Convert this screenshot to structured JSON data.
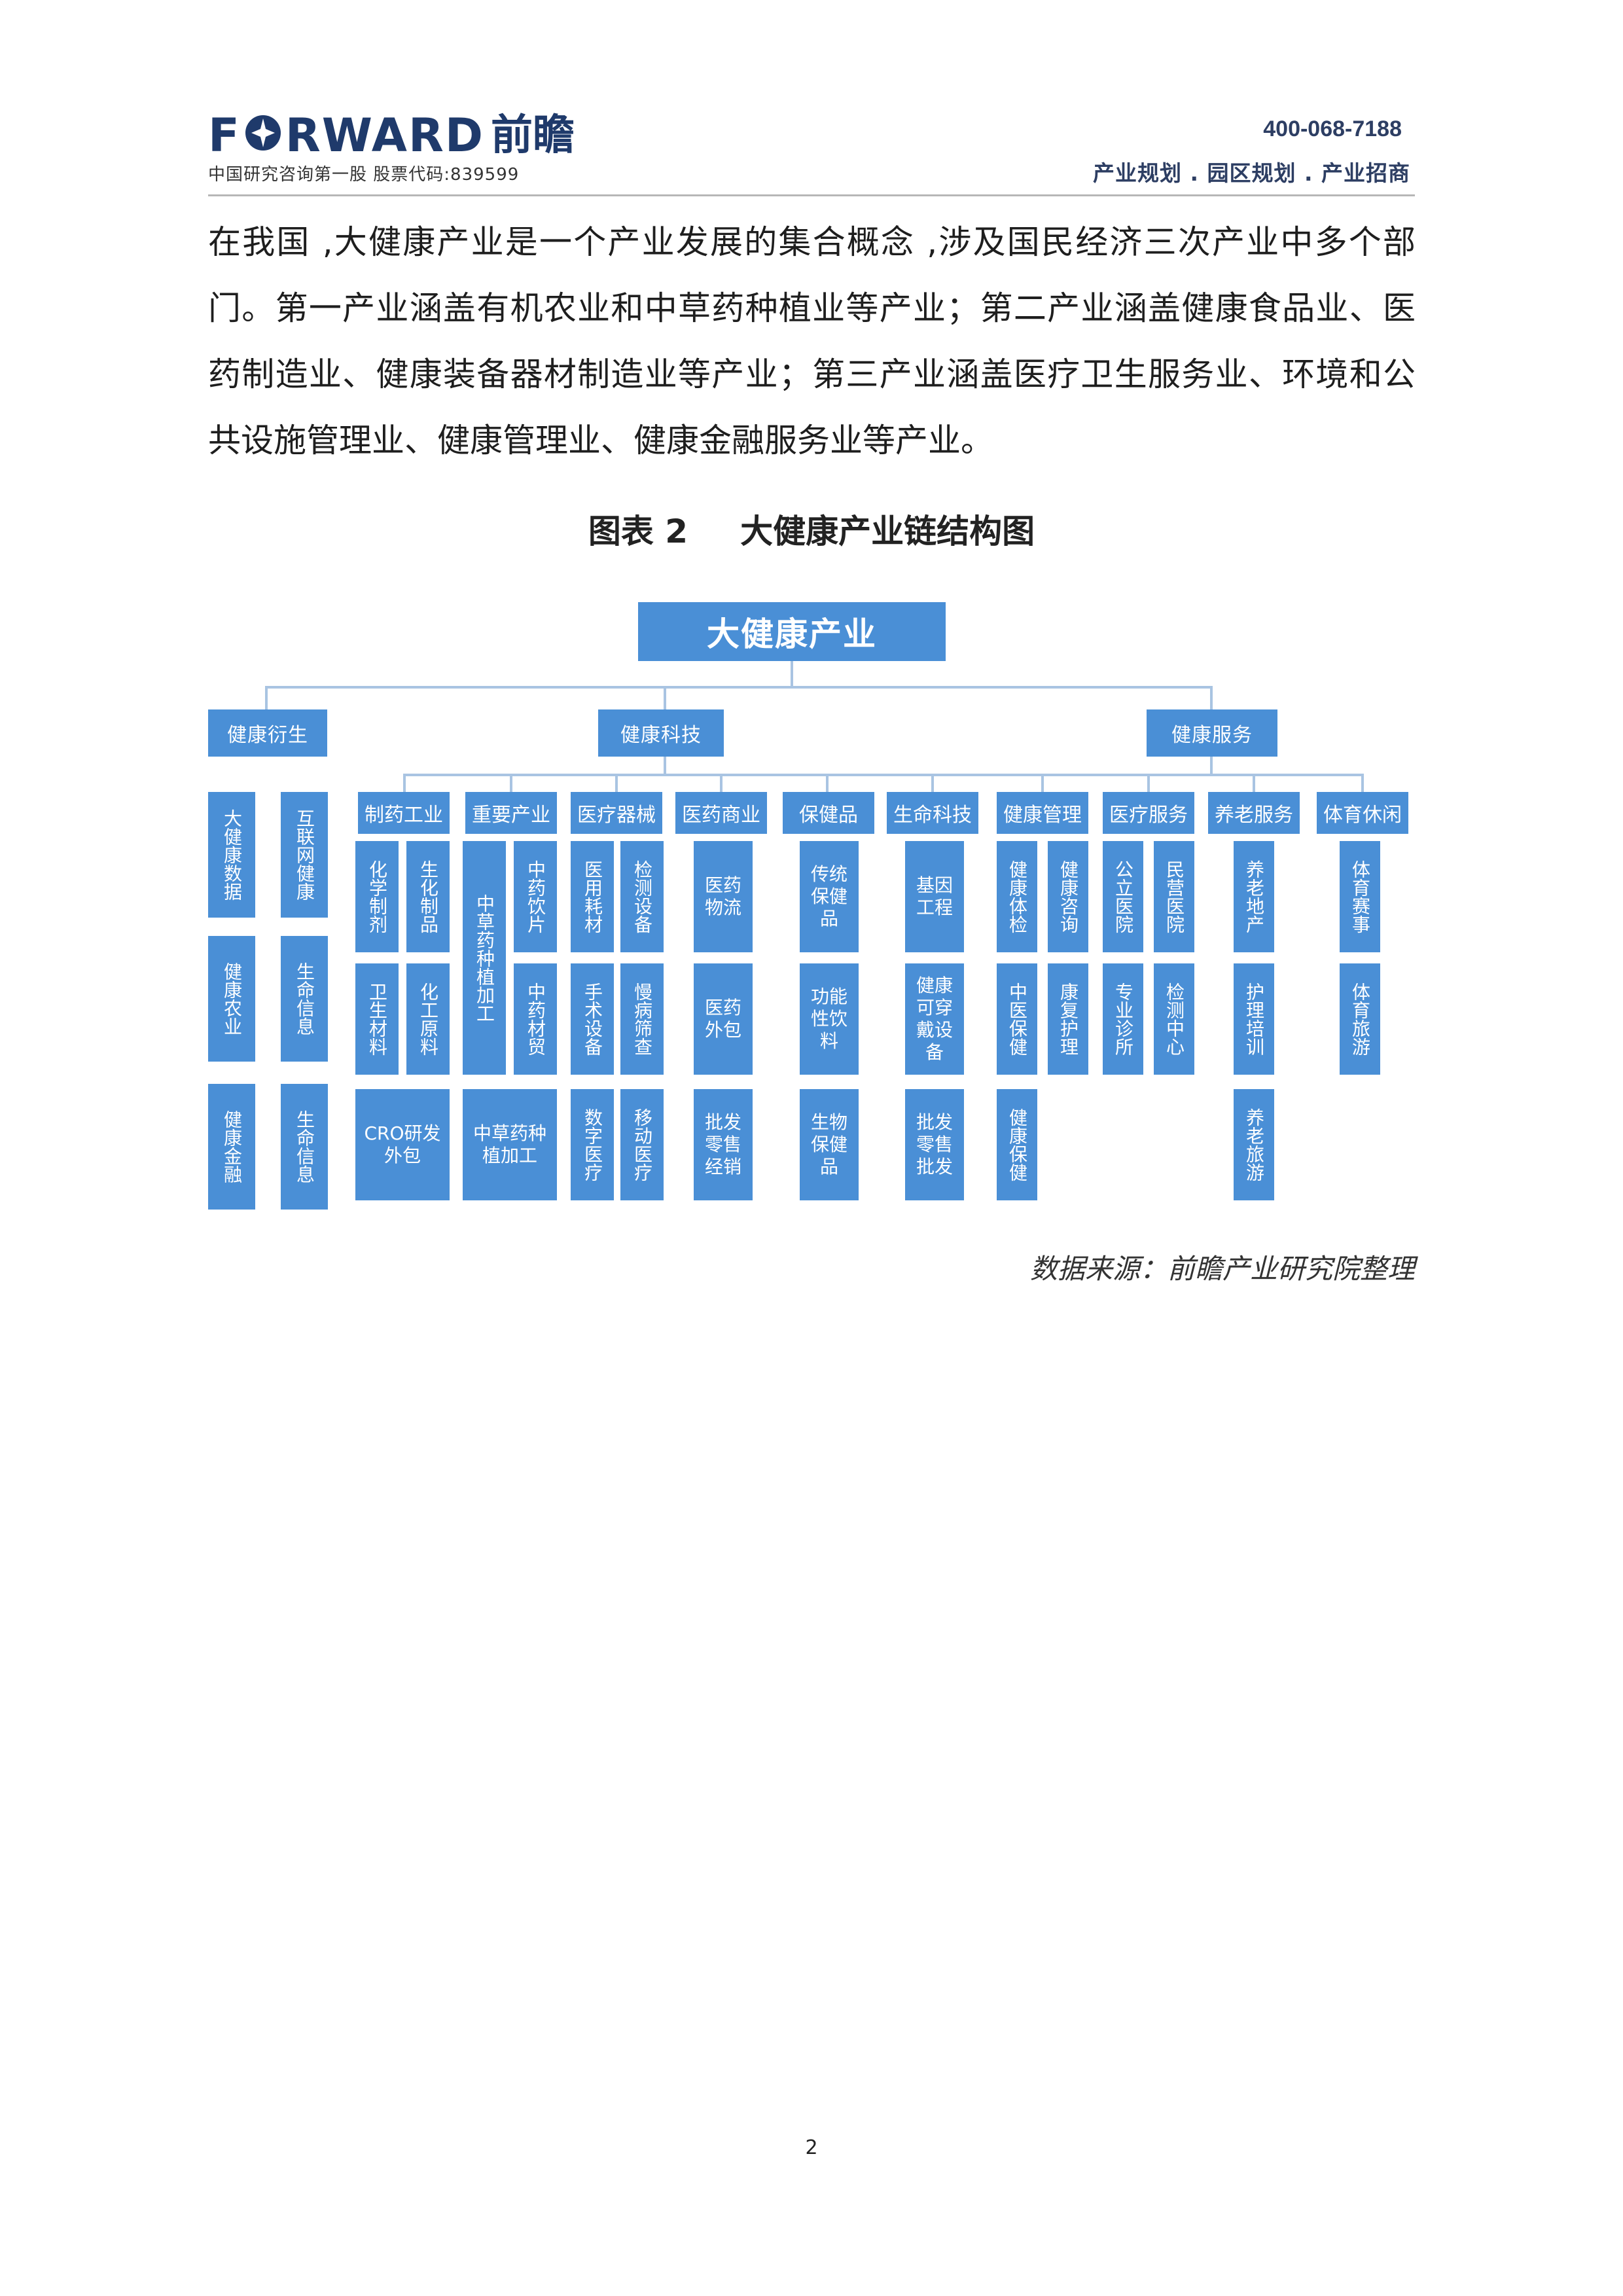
{
  "header": {
    "logo_left": "F",
    "logo_right": "RWARD",
    "logo_cn": "前瞻",
    "tagline": "中国研究咨询第一股  股票代码:839599",
    "phone": "400-068-7188",
    "slogan": "产业规划 . 园区规划 . 产业招商"
  },
  "body": {
    "paragraph": "在我国 ,大健康产业是一个产业发展的集合概念 ,涉及国民经济三次产业中多个部门。第一产业涵盖有机农业和中草药种植业等产业；第二产业涵盖健康食品业、医药制造业、健康装备器材制造业等产业；第三产业涵盖医疗卫生服务业、环境和公共设施管理业、健康管理业、健康金融服务业等产业。"
  },
  "figure": {
    "label": "图表 2",
    "title": "大健康产业链结构图",
    "source": "数据来源：前瞻产业研究院整理"
  },
  "diagram": {
    "root": "大健康产业",
    "level1": [
      "健康衍生",
      "健康科技",
      "健康服务"
    ],
    "level2": [
      "制药工业",
      "重要产业",
      "医疗器械",
      "医药商业",
      "保健品",
      "生命科技",
      "健康管理",
      "医疗服务",
      "养老服务",
      "体育休闲"
    ],
    "derivative_items": [
      "大健康数据",
      "互联网健康",
      "健康农业",
      "生命信息",
      "健康金融",
      "生命信息"
    ],
    "pharma_items": [
      "化学制剂",
      "生化制品",
      "卫生材料",
      "化工原料",
      "CRO研发外包"
    ],
    "tcm_items": [
      "中草药种植加工",
      "中药饮片",
      "中药材贸",
      "中草药种植加工"
    ],
    "device_items": [
      "医用耗材",
      "检测设备",
      "手术设备",
      "慢病筛查",
      "数字医疗",
      "移动医疗"
    ],
    "commerce_items": [
      "医药物流",
      "医药外包",
      "批发零售经销"
    ],
    "supplement_items": [
      "传统保健品",
      "功能性饮料",
      "生物保健品"
    ],
    "lifesci_items": [
      "基因工程",
      "健康可穿戴设备",
      "批发零售批发"
    ],
    "management_items": [
      "健康体检",
      "健康咨询",
      "中医保健",
      "康复护理",
      "健康保健"
    ],
    "medservice_items": [
      "公立医院",
      "民营医院",
      "专业诊所",
      "检测中心"
    ],
    "elderly_items": [
      "养老地产",
      "护理培训",
      "养老旅游"
    ],
    "sports_items": [
      "体育赛事",
      "体育旅游"
    ]
  },
  "footer": {
    "page": "2"
  },
  "colors": {
    "box": "#4a8fd6",
    "connector": "#a9c4e2",
    "brand": "#1f3a6b"
  }
}
